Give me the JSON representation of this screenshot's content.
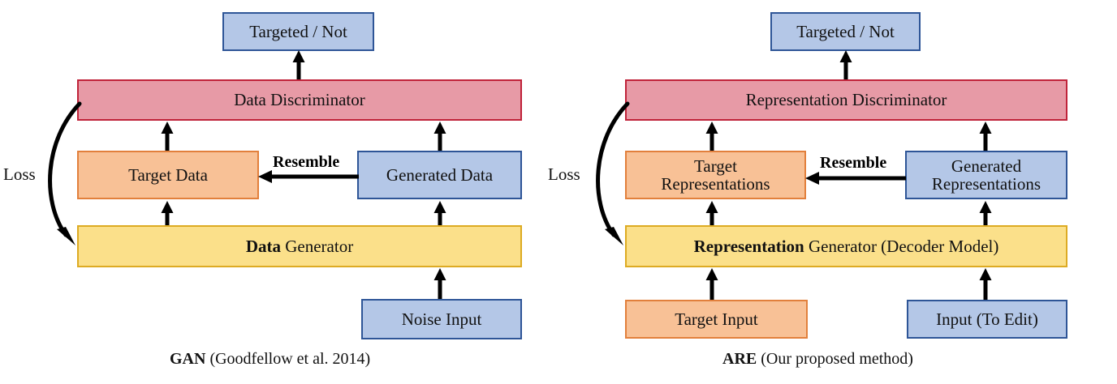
{
  "figure": {
    "panels": [
      {
        "id": "gan",
        "caption_bold": "GAN",
        "caption_rest": " (Goodfellow et al. 2014)",
        "loss_label": "Loss",
        "resemble_label": "Resemble",
        "nodes": {
          "output": "Targeted / Not",
          "discriminator": "Data Discriminator",
          "target": "Target Data",
          "generated": "Generated Data",
          "generator_bold": "Data",
          "generator_rest": " Generator",
          "input_right": "Noise Input"
        }
      },
      {
        "id": "are",
        "caption_bold": "ARE",
        "caption_rest": " (Our proposed method)",
        "loss_label": "Loss",
        "resemble_label": "Resemble",
        "nodes": {
          "output": "Targeted / Not",
          "discriminator": "Representation Discriminator",
          "target_line1": "Target",
          "target_line2": "Representations",
          "generated_line1": "Generated",
          "generated_line2": "Representations",
          "generator_bold": "Representation",
          "generator_rest": " Generator (Decoder Model)",
          "input_left": "Target Input",
          "input_right": "Input (To Edit)"
        }
      }
    ]
  },
  "colors": {
    "blue_fill": "#b4c7e7",
    "blue_stroke": "#2e5597",
    "pink_fill": "#e79aa6",
    "pink_stroke": "#c0233a",
    "orange_fill": "#f8c196",
    "orange_stroke": "#e2803c",
    "yellow_fill": "#fbe08a",
    "yellow_stroke": "#ddab23",
    "arrow": "#000000",
    "background": "#ffffff"
  }
}
